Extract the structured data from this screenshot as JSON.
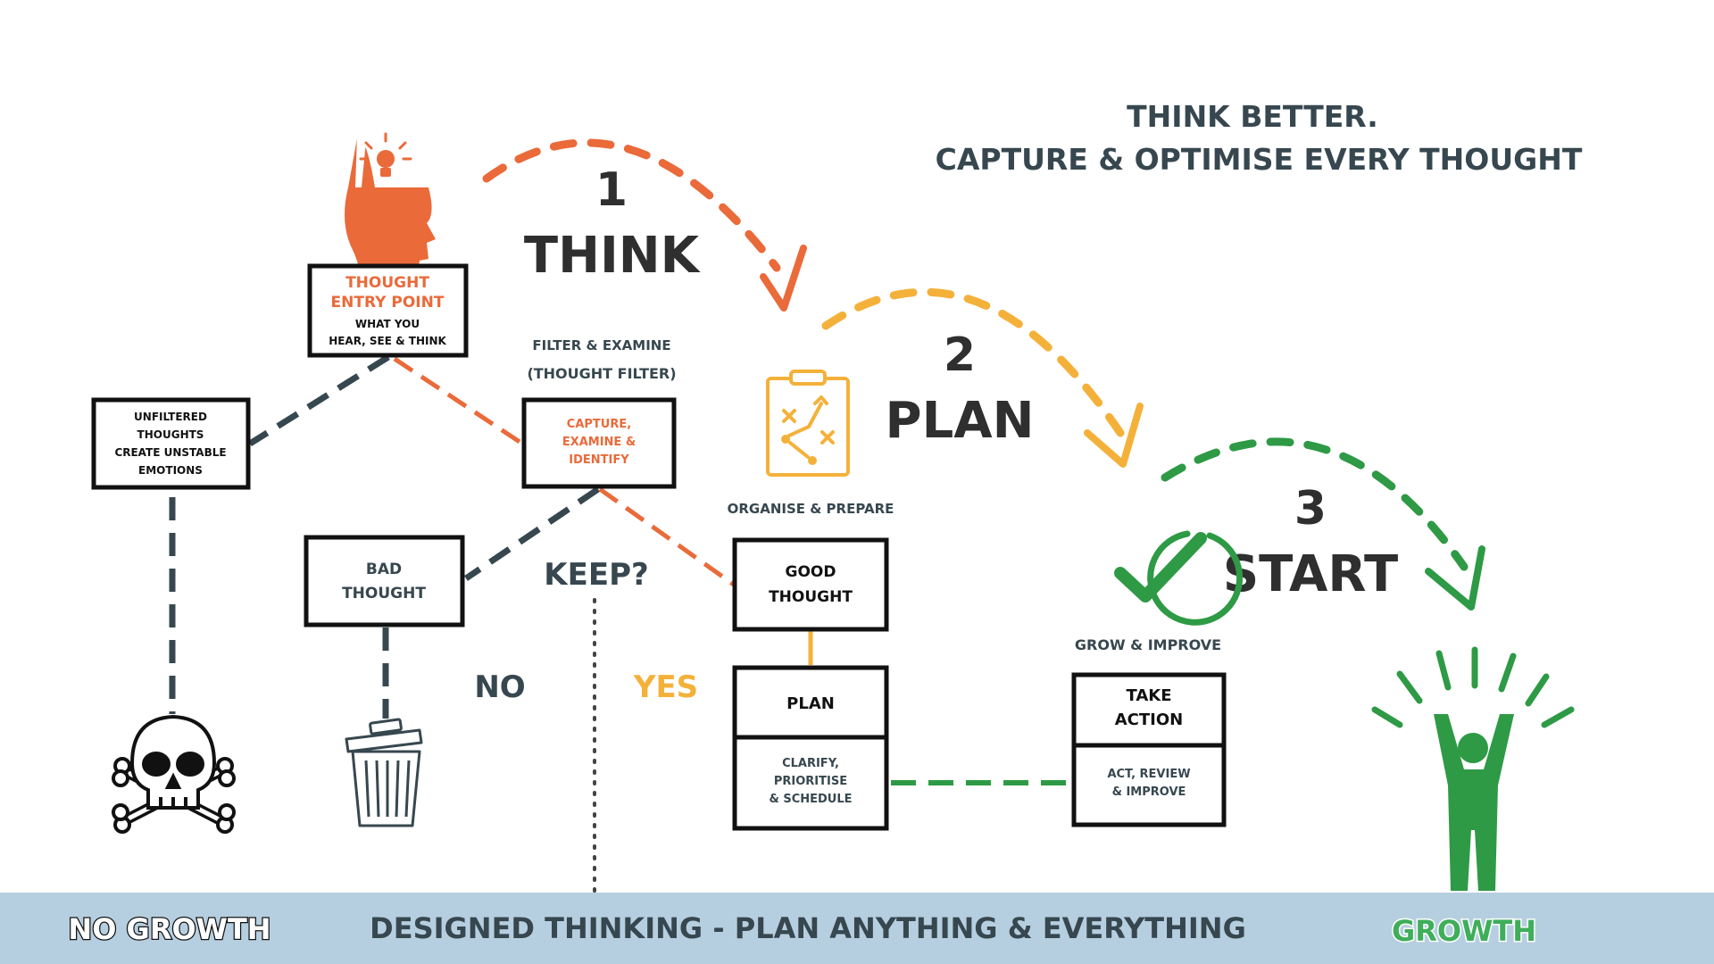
{
  "colors": {
    "dark": "#37474f",
    "orange": "#ea6a3a",
    "amber": "#f4b13a",
    "green": "#2e9a45",
    "footer_bg": "#b6cfe0",
    "growth_text": "#3fae5a"
  },
  "header": {
    "line1": "THINK BETTER.",
    "line2": "CAPTURE & OPTIMISE EVERY THOUGHT"
  },
  "steps": {
    "think": {
      "number": "1",
      "label": "THINK"
    },
    "plan": {
      "number": "2",
      "label": "PLAN"
    },
    "start": {
      "number": "3",
      "label": "START"
    }
  },
  "entry": {
    "title1": "THOUGHT",
    "title2": "ENTRY POINT",
    "sub1": "WHAT YOU",
    "sub2": "HEAR, SEE & THINK"
  },
  "unfiltered": {
    "line1": "UNFILTERED",
    "line2": "THOUGHTS",
    "line3": "CREATE UNSTABLE",
    "line4": "EMOTIONS"
  },
  "filter": {
    "caption1": "FILTER & EXAMINE",
    "caption2": "(THOUGHT FILTER)",
    "line1": "CAPTURE,",
    "line2": "EXAMINE &",
    "line3": "IDENTIFY"
  },
  "bad": {
    "line1": "BAD",
    "line2": "THOUGHT"
  },
  "keep": "KEEP?",
  "no_label": "NO",
  "yes_label": "YES",
  "organise": "ORGANISE & PREPARE",
  "good": {
    "line1": "GOOD",
    "line2": "THOUGHT"
  },
  "plan_box": {
    "title": "PLAN",
    "line1": "CLARIFY,",
    "line2": "PRIORITISE",
    "line3": "& SCHEDULE"
  },
  "grow": "GROW & IMPROVE",
  "action_box": {
    "title1": "TAKE",
    "title2": "ACTION",
    "line1": "ACT, REVIEW",
    "line2": "& IMPROVE"
  },
  "icons": [
    "head-lightbulb-icon",
    "clipboard-plan-icon",
    "check-circle-icon",
    "skull-crossbones-icon",
    "trash-can-icon",
    "person-celebrating-icon"
  ],
  "footer": {
    "left": "NO GROWTH",
    "center": "DESIGNED THINKING - PLAN ANYTHING & EVERYTHING",
    "right": "GROWTH"
  }
}
